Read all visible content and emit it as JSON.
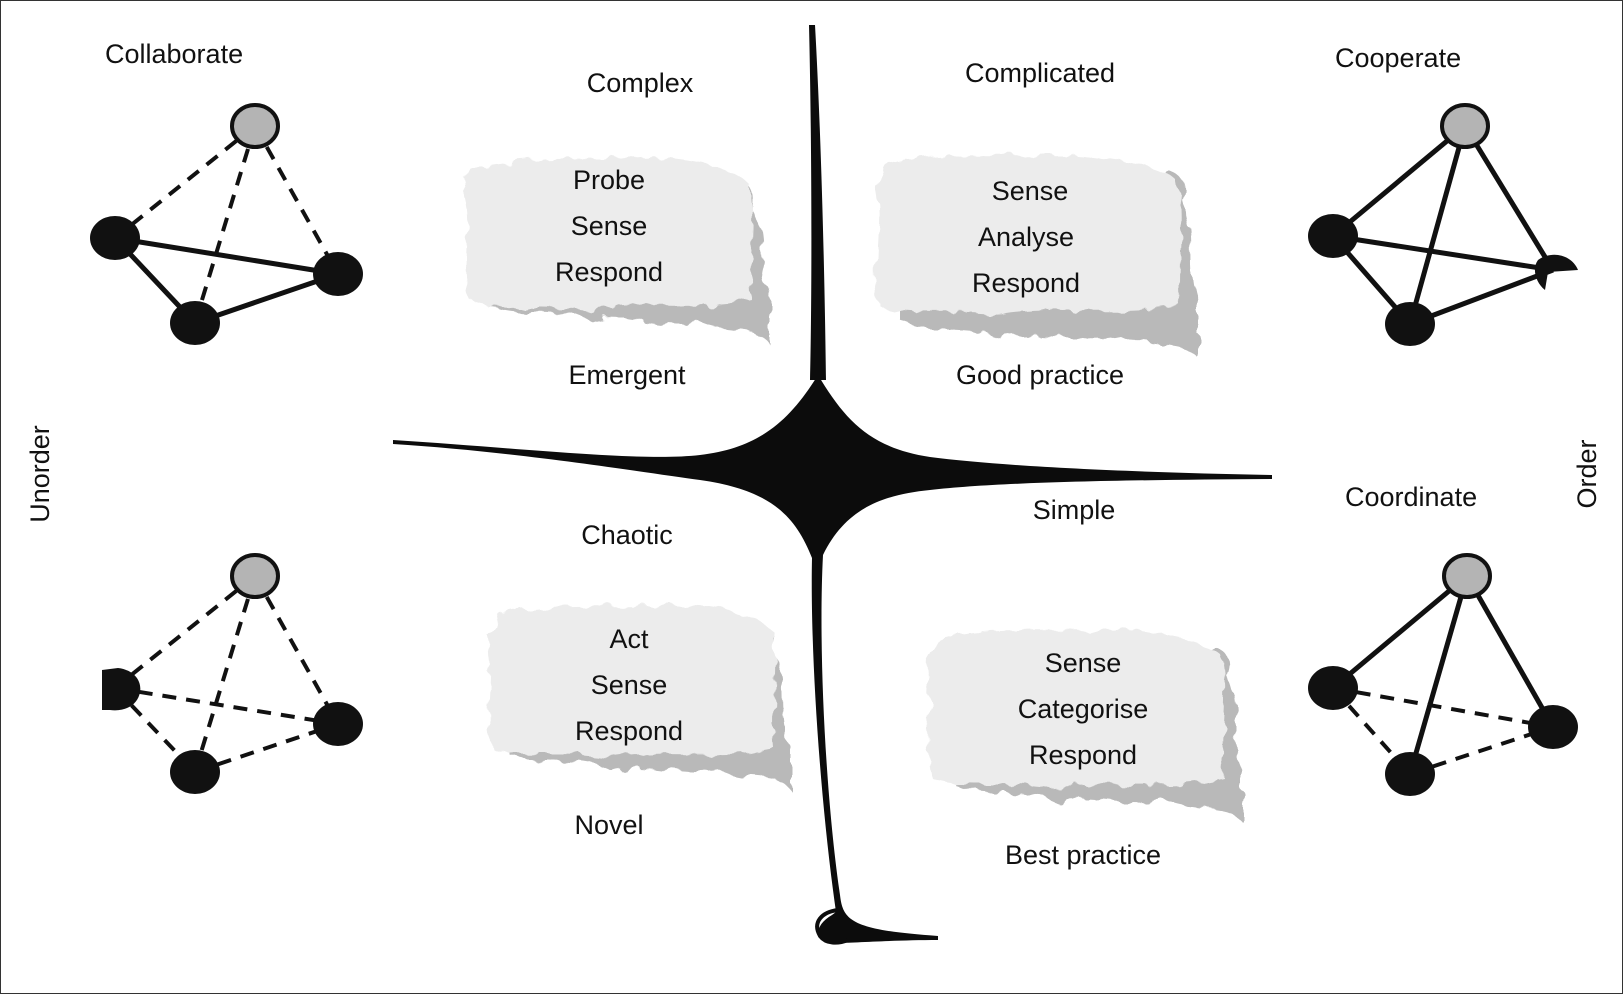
{
  "axis": {
    "left": "Unorder",
    "right": "Order"
  },
  "networks": {
    "top_left": "Collaborate",
    "top_right": "Cooperate",
    "bottom_right": "Coordinate"
  },
  "domains": {
    "complex": {
      "title": "Complex",
      "steps": [
        "Probe",
        "Sense",
        "Respond"
      ],
      "practice": "Emergent"
    },
    "complicated": {
      "title": "Complicated",
      "steps": [
        "Sense",
        "Analyse",
        "Respond"
      ],
      "practice": "Good practice"
    },
    "chaotic": {
      "title": "Chaotic",
      "steps": [
        "Act",
        "Sense",
        "Respond"
      ],
      "practice": "Novel"
    },
    "simple": {
      "title": "Simple",
      "steps": [
        "Sense",
        "Categorise",
        "Respond"
      ],
      "practice": "Best practice"
    }
  },
  "colors": {
    "node_dark": "#111111",
    "node_light": "#b4b4b4",
    "cloud": "#ececec",
    "cloud_shadow": "#b8b8b8"
  }
}
